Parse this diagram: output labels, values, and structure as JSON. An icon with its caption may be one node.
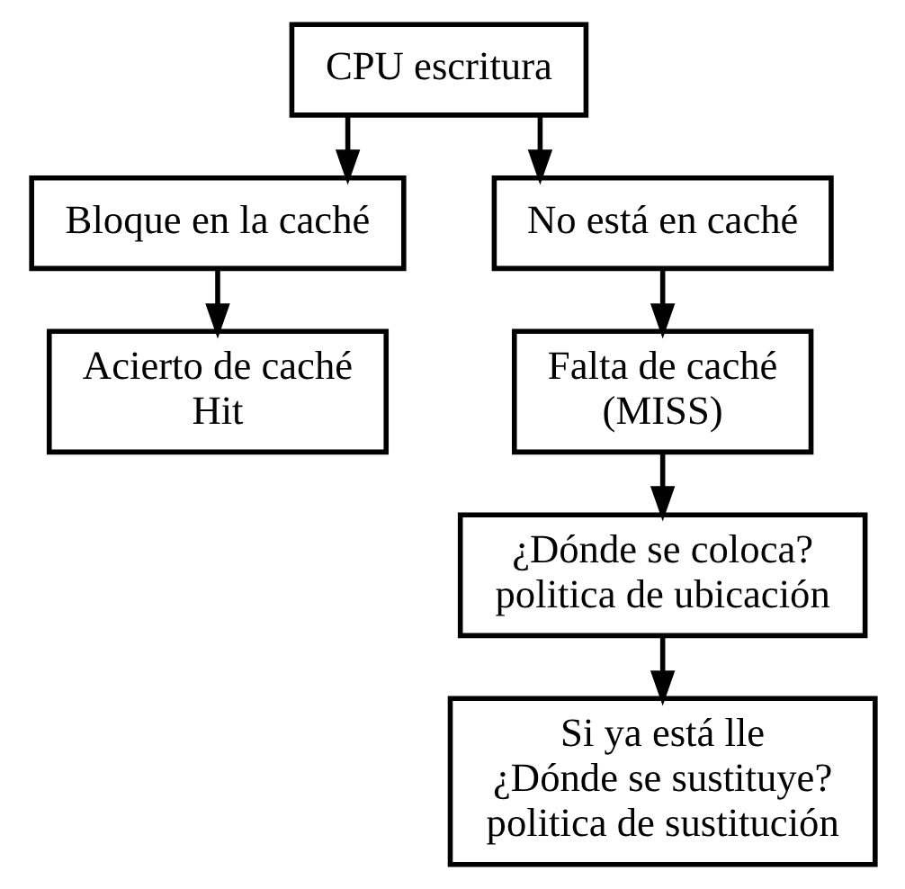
{
  "diagram": {
    "nodes": [
      {
        "text": [
          "CPU escritura"
        ]
      },
      {
        "text": [
          "Bloque en la caché"
        ]
      },
      {
        "text": [
          "No está en caché"
        ]
      },
      {
        "text": [
          "Acierto de caché",
          "Hit"
        ]
      },
      {
        "text": [
          "Falta de caché",
          "(MISS)"
        ]
      },
      {
        "text": [
          "¿Dónde se coloca?",
          "politica de ubicación"
        ]
      },
      {
        "text": [
          "Si ya está lle",
          "¿Dónde se sustituye?",
          "politica de sustitución"
        ]
      }
    ],
    "edges": [
      {
        "from": 0,
        "to": 1,
        "arrow": "to"
      },
      {
        "from": 0,
        "to": 2,
        "arrow": "to"
      },
      {
        "from": 1,
        "to": 3,
        "arrow": "to"
      },
      {
        "from": 2,
        "to": 4,
        "arrow": "to"
      },
      {
        "from": 4,
        "to": 5,
        "arrow": "to"
      },
      {
        "from": 5,
        "to": 6,
        "arrow": "to"
      }
    ]
  }
}
